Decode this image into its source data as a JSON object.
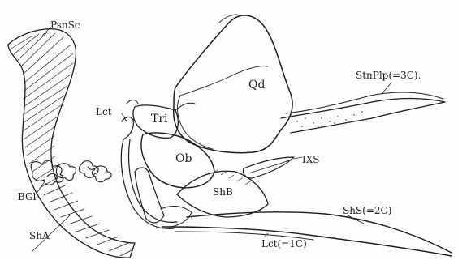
{
  "figure": {
    "ink_color": "#1c1c1c",
    "paper_color": "#fdfdfb",
    "labels": {
      "psnsc": "PsnSc",
      "qd": "Qd",
      "stnplp": "StnPlp(=3C).",
      "tri": "Tri",
      "lct_upper": "Lct",
      "ob": "Ob",
      "ixs": "IXS",
      "bgl": "BGl",
      "shb": "ShB",
      "shs": "ShS(=2C)",
      "sha": "ShA",
      "lct_lower": "Lct(=1C)"
    }
  }
}
